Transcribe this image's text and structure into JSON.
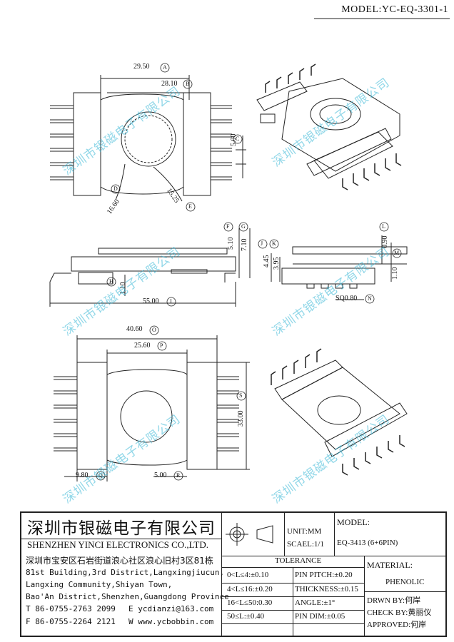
{
  "header": {
    "model": "MODEL:YC-EQ-3301-1"
  },
  "watermark": "深圳市银磁电子有限公司",
  "dimensions": {
    "a": "29.50",
    "b": "28.10",
    "c": "5.00",
    "d": "16.60",
    "e": "15.25",
    "f": "5.10",
    "g": "7.10",
    "h": "1.10",
    "i": "55.00",
    "j": "4.45",
    "k": "3.95",
    "l": "0.90",
    "m": "1.10",
    "n": "SQ0.80",
    "o": "40.60",
    "p": "25.60",
    "s": "33.00",
    "q": "9.80",
    "r": "5.00"
  },
  "markers": [
    "A",
    "B",
    "C",
    "D",
    "E",
    "F",
    "G",
    "H",
    "I",
    "J",
    "K",
    "L",
    "M",
    "N",
    "O",
    "P",
    "Q",
    "R",
    "S"
  ],
  "title_block": {
    "company_cn": "深圳市银磁电子有限公司",
    "company_en": "SHENZHEN YINCI ELECTRONICS CO.,LTD.",
    "address": [
      "深圳市宝安区石岩街道浪心社区浪心旧村3区81栋",
      "81st Building,3rd District,Langxingjiucun,",
      "Langxing Community,Shiyan Town,",
      "Bao'An District,Shenzhen,Guangdong Province"
    ],
    "tel": "T 86-0755-2763 2099",
    "email": "E ycdianzi@163.com",
    "fax": "F 86-0755-2264 2121",
    "web": "W www.ycbobbin.com",
    "unit": "UNIT:MM",
    "scale": "SCAEL:1/1",
    "model_label": "MODEL:",
    "model_value": "EQ-3413 (6+6PIN)",
    "tolerance_title": "TOLERANCE",
    "tolerances": [
      "0<L≤4:±0.10",
      "4<L≤16:±0.20",
      "16<L≤50:0.30",
      "50≤L:±0.40"
    ],
    "pin_tolerances": [
      "PIN PITCH:±0.20",
      "THICKNESS:±0.15",
      "ANGLE:±1°",
      "PIN DIM:±0.05"
    ],
    "material_label": "MATERIAL:",
    "material_value": "PHENOLIC",
    "drawn": "DRWN BY:何岸",
    "checked": "CHECK BY:黄丽仪",
    "approved": "APPROVED:何岸"
  }
}
